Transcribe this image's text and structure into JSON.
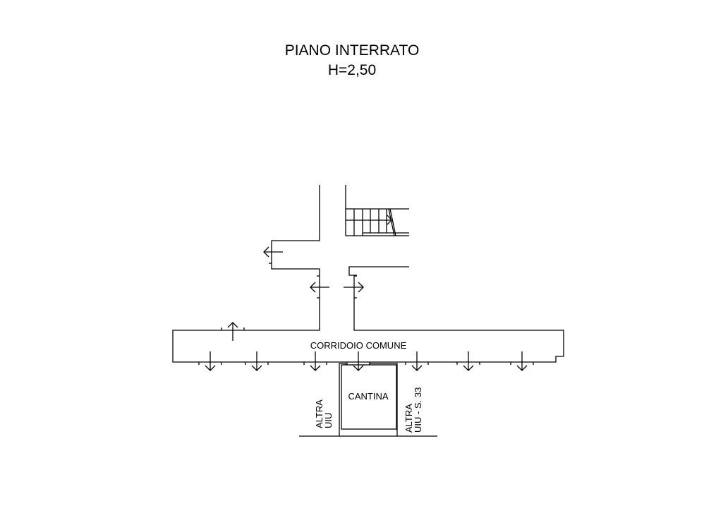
{
  "title": "PIANO INTERRATO",
  "subtitle": "H=2,50",
  "labels": {
    "corridor": "CORRIDOIO COMUNE",
    "cellar": "CANTINA",
    "other_left_line1": "ALTRA",
    "other_left_line2": "UIU",
    "other_right_line1": "ALTRA",
    "other_right_line2": "UIU - S. 33"
  }
}
